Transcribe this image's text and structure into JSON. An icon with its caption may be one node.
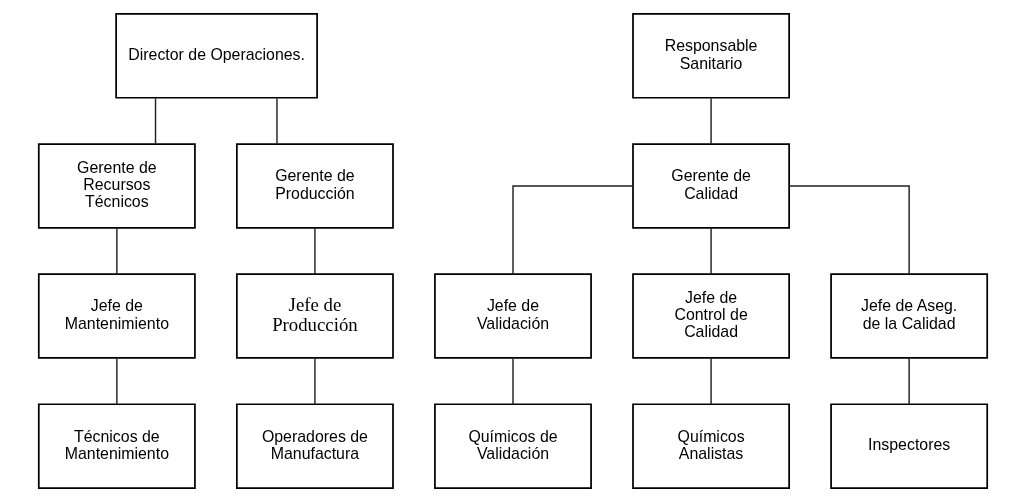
{
  "diagram": {
    "nodes": [
      {
        "text": [
          "Director de Operaciones."
        ]
      },
      {
        "text": [
          "Gerente de Recursos Técnicos"
        ]
      },
      {
        "text": [
          "Jefe de Mantenimiento"
        ]
      },
      {
        "text": [
          "Técnicos de Mantenimiento"
        ]
      },
      {
        "text": [
          "Gerente de Producción"
        ]
      },
      {
        "text": [
          "Jefe de Producción"
        ]
      },
      {
        "text": [
          "Operadores de Manufactura"
        ]
      },
      {
        "text": [
          "Responsable Sanitario"
        ]
      },
      {
        "text": [
          "Gerente de Calidad"
        ]
      },
      {
        "text": [
          "Jefe de Validación"
        ]
      },
      {
        "text": [
          "Jefe de Control de Calidad"
        ]
      },
      {
        "text": [
          "Jefe de Aseg. de la Calidad"
        ]
      },
      {
        "text": [
          "Químicos de Validación"
        ]
      },
      {
        "text": [
          "Químicos Analistas"
        ]
      },
      {
        "text": [
          "Inspectores"
        ]
      }
    ],
    "edges": [
      {
        "from": 0,
        "to": 1,
        "arrow": "none"
      },
      {
        "from": 0,
        "to": 4,
        "arrow": "none"
      },
      {
        "from": 1,
        "to": 2,
        "arrow": "none"
      },
      {
        "from": 2,
        "to": 3,
        "arrow": "none"
      },
      {
        "from": 4,
        "to": 5,
        "arrow": "none"
      },
      {
        "from": 5,
        "to": 6,
        "arrow": "none"
      },
      {
        "from": 7,
        "to": 8,
        "arrow": "none"
      },
      {
        "from": 8,
        "to": 9,
        "arrow": "none"
      },
      {
        "from": 8,
        "to": 10,
        "arrow": "none"
      },
      {
        "from": 8,
        "to": 11,
        "arrow": "none"
      },
      {
        "from": 9,
        "to": 12,
        "arrow": "none"
      },
      {
        "from": 10,
        "to": 13,
        "arrow": "none"
      },
      {
        "from": 11,
        "to": 14,
        "arrow": "none"
      }
    ]
  }
}
